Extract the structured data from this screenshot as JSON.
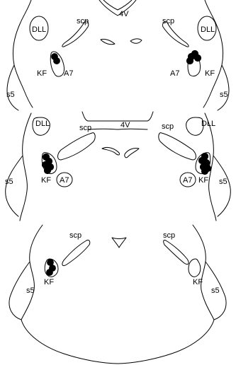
{
  "labels": {
    "dll": "DLL",
    "scp": "scp",
    "v4": "4V",
    "kf": "KF",
    "a7": "A7",
    "s5": "s5"
  },
  "colors": {
    "line": "#000000",
    "background": "#ffffff",
    "marker": "#000000"
  }
}
